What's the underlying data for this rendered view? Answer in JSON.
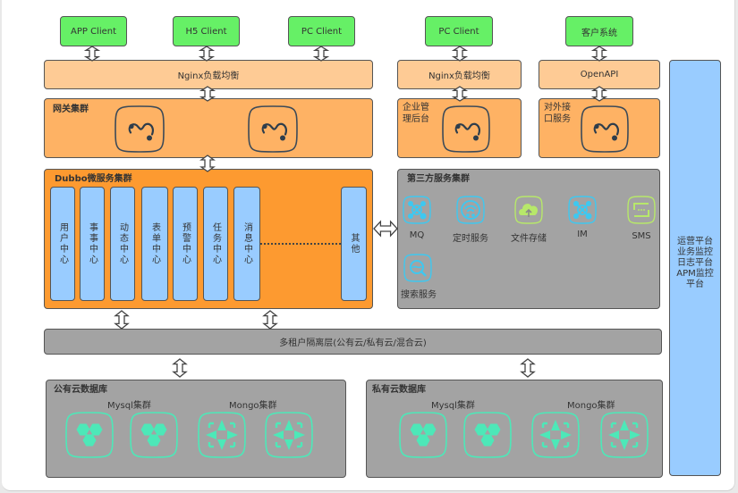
{
  "top_clients": [
    {
      "label": "APP Client"
    },
    {
      "label": "H5 Client"
    },
    {
      "label": "PC Client"
    },
    {
      "label": "PC Client"
    },
    {
      "label": "客户系统"
    }
  ],
  "load_balancers": [
    {
      "label": "Nginx负载均衡"
    },
    {
      "label": "Nginx负载均衡"
    },
    {
      "label": "OpenAPI"
    }
  ],
  "gateway": {
    "title": "网关集群",
    "icon": "gateway-link-icon"
  },
  "admin_backend": {
    "title": "企业管理后台",
    "title_line1": "企业管",
    "title_line2": "理后台"
  },
  "external_service": {
    "title": "对外接口服务",
    "title_line1": "对外接",
    "title_line2": "口服务"
  },
  "dubbo": {
    "title": "Dubbo微服务集群",
    "services": [
      "用户中心",
      "事事中心",
      "动态中心",
      "表单中心",
      "预警中心",
      "任务中心",
      "消息中心"
    ],
    "other": "其他"
  },
  "third_party": {
    "title": "第三方服务集群",
    "services": [
      {
        "label": "MQ",
        "icon": "mq-network-icon",
        "color": "#3ec8f0"
      },
      {
        "label": "定时服务",
        "icon": "timer-wifi-icon",
        "color": "#3ec8f0"
      },
      {
        "label": "文件存储",
        "icon": "cloud-upload-icon",
        "color": "#b7e86a"
      },
      {
        "label": "IM",
        "icon": "im-network-icon",
        "color": "#3ec8f0"
      },
      {
        "label": "SMS",
        "icon": "sms-message-icon",
        "color": "#b7e86a"
      },
      {
        "label": "搜索服务",
        "icon": "search-icon",
        "color": "#3ec8f0"
      }
    ]
  },
  "ops_platform": {
    "lines": [
      "运营平台",
      "业务监控",
      "日志平台",
      "APM监控",
      "平台"
    ]
  },
  "tenant_layer": {
    "label": "多租户隔离层(公有云/私有云/混合云)"
  },
  "public_db": {
    "title": "公有云数据库",
    "mysql_label": "Mysql集群",
    "mongo_label": "Mongo集群"
  },
  "private_db": {
    "title": "私有云数据库",
    "mysql_label": "Mysql集群",
    "mongo_label": "Mongo集群"
  },
  "colors": {
    "client_green": "#66f066",
    "nginx_peach": "#fecb95",
    "gateway_orange": "#feb264",
    "dubbo_orange": "#fd9a30",
    "service_blue": "#99ccff",
    "cluster_gray": "#a3a3a3",
    "db_icon_teal": "#4de8b8"
  }
}
